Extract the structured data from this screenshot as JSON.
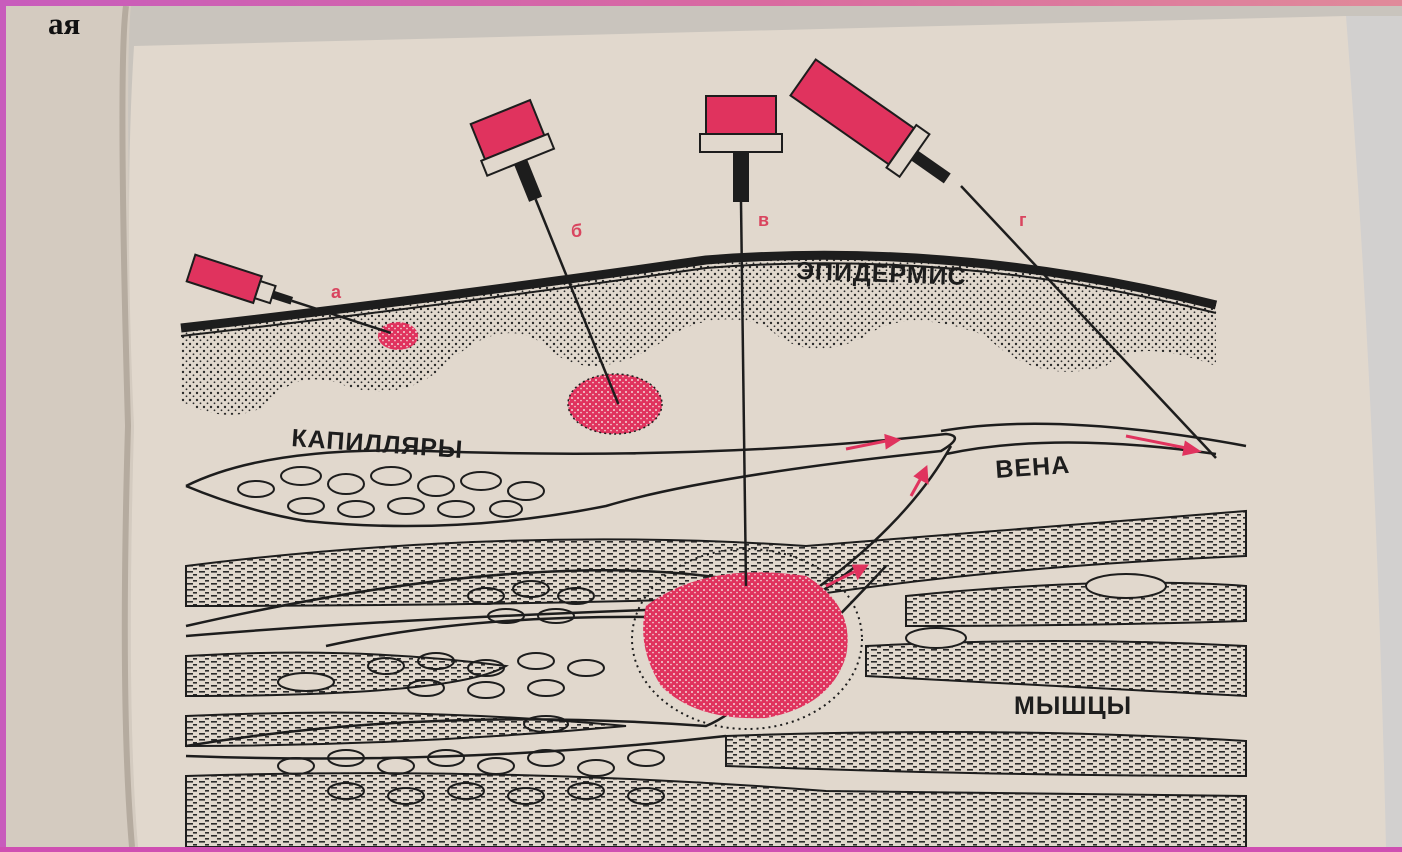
{
  "corner_text": "ая",
  "diagram": {
    "labels": {
      "epidermis": "ЭПИДЕРМИС",
      "capillaries": "КАПИЛЛЯРЫ",
      "vein": "ВЕНА",
      "muscles": "МЫШЦЫ"
    },
    "needle_letters": {
      "a": "а",
      "b": "б",
      "v": "в",
      "g": "г"
    }
  },
  "colors": {
    "page_paper": "#e1d8cd",
    "ink": "#1d1d1d",
    "injection_red": "#e0335e",
    "frame_magenta": "#cf4fb2"
  }
}
